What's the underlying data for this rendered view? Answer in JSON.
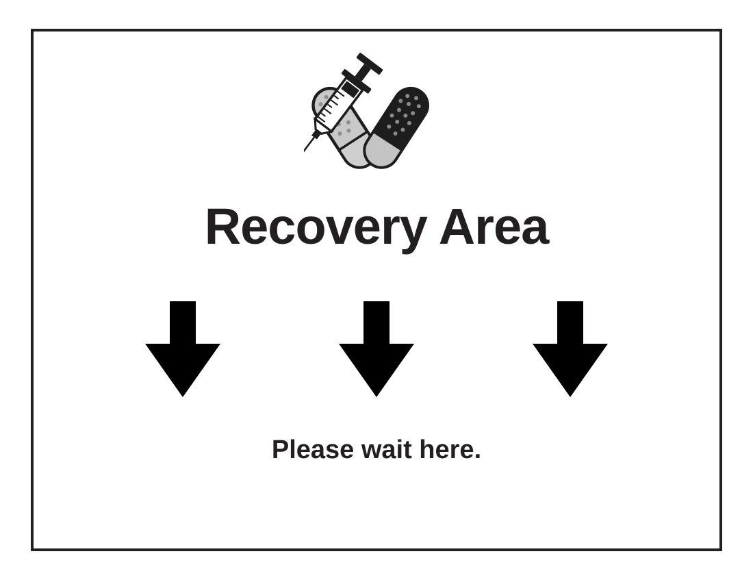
{
  "sign": {
    "title": "Recovery Area",
    "subtitle": "Please wait here.",
    "icon": "syringe-and-pill-icon",
    "arrows": {
      "count": 3,
      "direction": "down"
    },
    "colors": {
      "ink": "#231f20",
      "background": "#ffffff",
      "pill_light": "#c9c9c9",
      "pill_dark": "#1d1d1d"
    }
  }
}
